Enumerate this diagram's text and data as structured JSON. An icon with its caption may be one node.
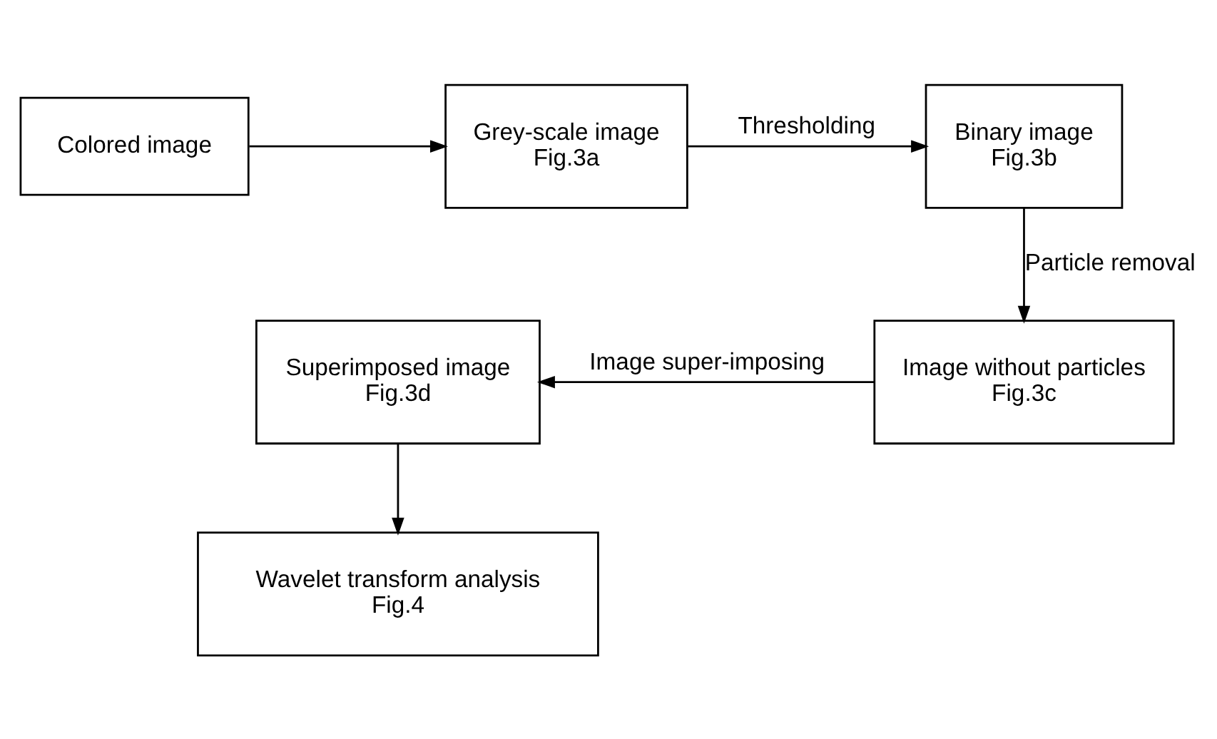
{
  "diagram": {
    "nodes": [
      {
        "text": [
          "Colored image"
        ]
      },
      {
        "text": [
          "Grey-scale image",
          "Fig.3a"
        ]
      },
      {
        "text": [
          "Binary image",
          "Fig.3b"
        ]
      },
      {
        "text": [
          "Image without particles",
          "Fig.3c"
        ]
      },
      {
        "text": [
          "Superimposed image",
          "Fig.3d"
        ]
      },
      {
        "text": [
          "Wavelet transform analysis",
          "Fig.4"
        ]
      }
    ],
    "edges": [
      {
        "from": 0,
        "to": 1,
        "arrow": "to"
      },
      {
        "from": 1,
        "to": 2,
        "arrow": "to",
        "label": "Thresholding"
      },
      {
        "from": 2,
        "to": 3,
        "arrow": "to",
        "label": "Particle removal"
      },
      {
        "from": 3,
        "to": 4,
        "arrow": "to",
        "label": "Image super-imposing"
      },
      {
        "from": 4,
        "to": 5,
        "arrow": "to"
      }
    ]
  }
}
